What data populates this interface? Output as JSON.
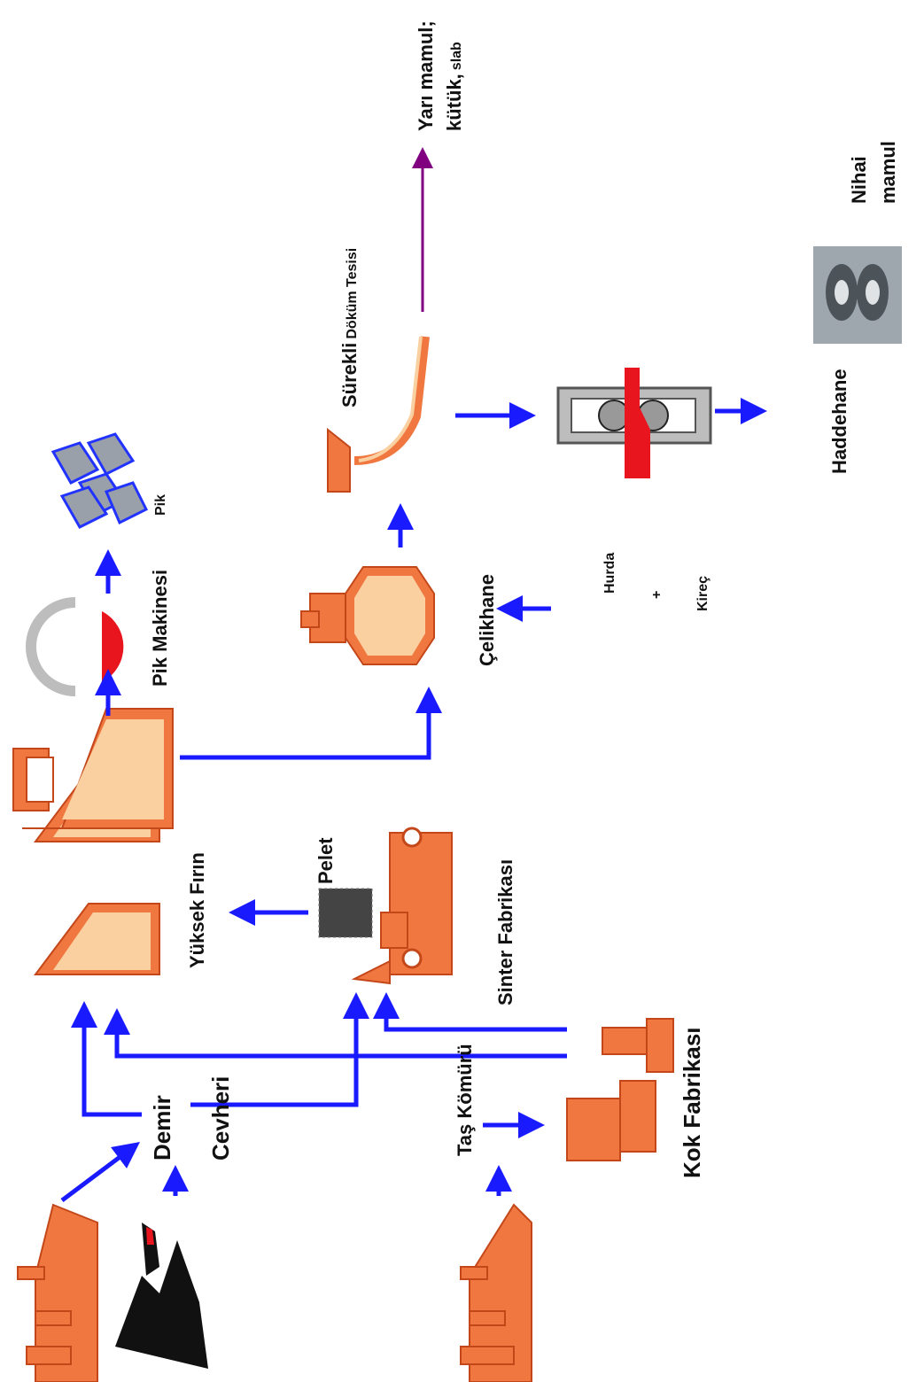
{
  "labels": {
    "demir": "Demir",
    "cevheri": "Cevheri",
    "tas_komuru": "Taş Kömürü",
    "kok_fabrikasi": "Kok Fabrikası",
    "sinter_fabrikasi": "Sinter Fabrikası",
    "pelet": "Pelet",
    "yuksek_firin": "Yüksek Fırın",
    "pik_makinesi": "Pik Makinesi",
    "pik": "Pik",
    "celikhane": "Çelikhane",
    "hurda": "Hurda",
    "plus": "+",
    "kirec": "Kireç",
    "surekli": "Sürekli",
    "dokum_tesisi": "Döküm Tesisi",
    "yari_mamul": "Yarı mamul;",
    "kutuk": "kütük,",
    "slab": "slab",
    "haddehane": "Haddehane",
    "nihai": "Nihai",
    "mamul": "mamul"
  },
  "colors": {
    "flow_arrow": "#1a1aff",
    "product_arrow": "#800080",
    "equipment": "#f07840",
    "equipment_fill": "#fbd0a0",
    "hot_metal": "#e8151f"
  }
}
